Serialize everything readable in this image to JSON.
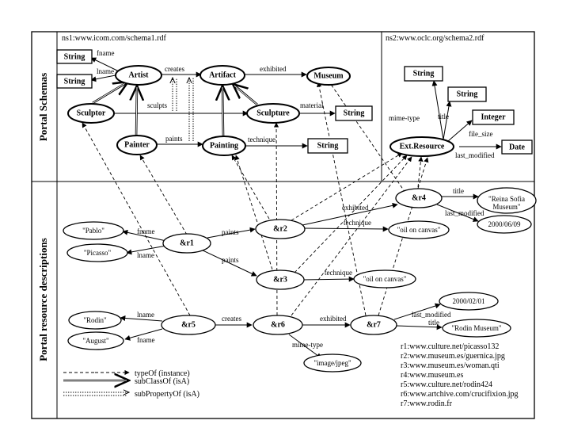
{
  "sections": {
    "schemas": "Portal Schemas",
    "descriptions": "Portal resource descriptions"
  },
  "namespaces": {
    "ns1": "ns1:www.icom.com/schema1.rdf",
    "ns2": "ns2:www.oclc.org/schema2.rdf"
  },
  "nodes": {
    "string1": "String",
    "string2": "String",
    "artist": "Artist",
    "artifact": "Artifact",
    "museum": "Museum",
    "sculptor": "Sculptor",
    "sculpture": "Sculpture",
    "string3": "String",
    "painter": "Painter",
    "painting": "Painting",
    "string4": "String",
    "string5": "String",
    "string6": "String",
    "integer": "Integer",
    "extres": "Ext.Resource",
    "date": "Date",
    "pablo": "\"Pablo\"",
    "picasso": "\"Picasso\"",
    "r1": "&r1",
    "r2": "&r2",
    "r3": "&r3",
    "r4": "&r4",
    "oil1": "\"oil on canvas\"",
    "oil2": "\"oil on canvas\"",
    "reina": "\"Reina Sofia\nMuseum\"",
    "date1": "2000/06/09",
    "rodin": "\"Rodin\"",
    "august": "\"August\"",
    "r5": "&r5",
    "r6": "&r6",
    "r7": "&r7",
    "date2": "2000/02/01",
    "rodinmuseum": "\"Rodin Museum\"",
    "imagejpeg": "\"image/jpeg\""
  },
  "edge_labels": {
    "fname1": "fname",
    "lname1": "lname",
    "creates1": "creates",
    "exhibited1": "exhibited",
    "sculpts": "sculpts",
    "material": "material",
    "paints1": "paints",
    "technique1": "technique",
    "mimetype1": "mime-type",
    "title1": "title",
    "filesize": "file_size",
    "lastmod1": "last_modified",
    "fname2": "fname",
    "lname2": "lname",
    "paints2": "paints",
    "paints3": "paints",
    "exhibited2": "exhibited",
    "technique2": "technique",
    "technique3": "technique",
    "title2": "title",
    "lastmod2": "last_modified",
    "lname3": "lname",
    "fname3": "fname",
    "creates2": "creates",
    "exhibited3": "exhibited",
    "mimetype2": "mime-type",
    "lastmod3": "last_modified",
    "title3": "title"
  },
  "legend": [
    "typeOf (instance)",
    "subClassOf (isA)",
    "subPropertyOf (isA)"
  ],
  "resources": [
    "r1:www.culture.net/picasso132",
    "r2:www.museum.es/guernica.jpg",
    "r3:www.museum.es/woman.qti",
    "r4:www.museum.es",
    "r5:www.culture.net/rodin424",
    "r6:www.artchive.com/crucifixion.jpg",
    "r7:www.rodin.fr"
  ]
}
